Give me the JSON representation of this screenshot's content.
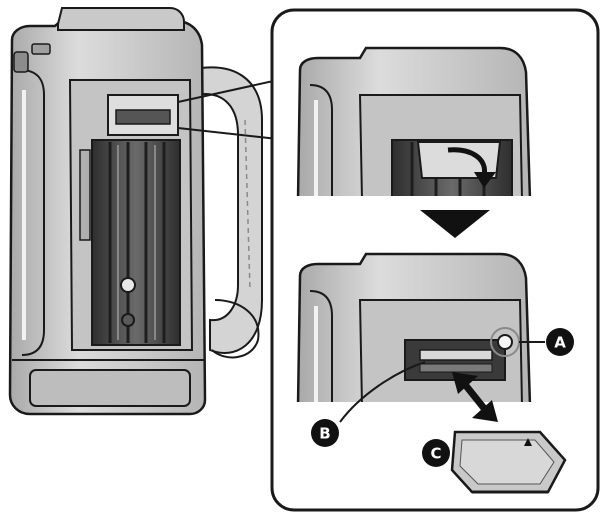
{
  "callouts": {
    "a": "A",
    "b": "B",
    "c": "C"
  },
  "colors": {
    "line": "#1a1a1a",
    "body_light": "#d9d9d9",
    "body_mid": "#b3b3b3",
    "body_dark": "#595959",
    "inner_dark": "#3a3a3a",
    "callout_fill": "#111111",
    "callout_text": "#ffffff"
  }
}
